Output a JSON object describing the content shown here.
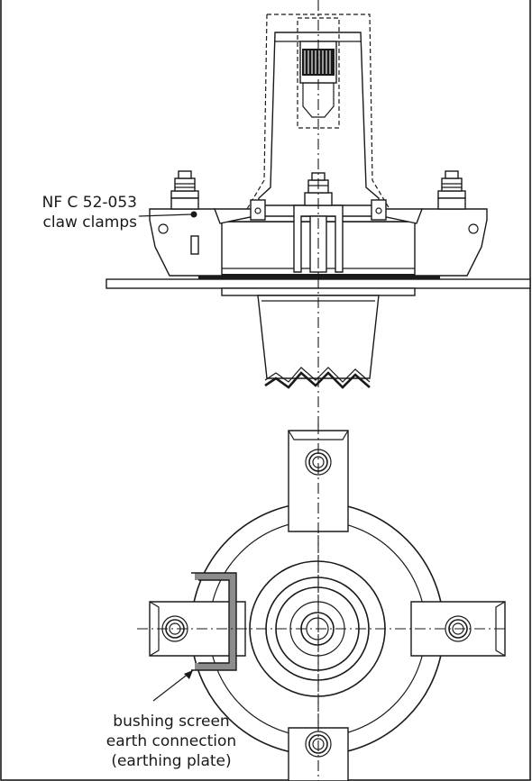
{
  "labels": {
    "clamps_line1": "NF C 52-053",
    "clamps_line2": "claw clamps",
    "earth_line1": "bushing screen",
    "earth_line2": "earth connection",
    "earth_line3": "(earthing plate)"
  },
  "colors": {
    "ink": "#1a1a1a",
    "earthing_plate": "#8c8c8c",
    "base_band": "#1a1a1a"
  }
}
